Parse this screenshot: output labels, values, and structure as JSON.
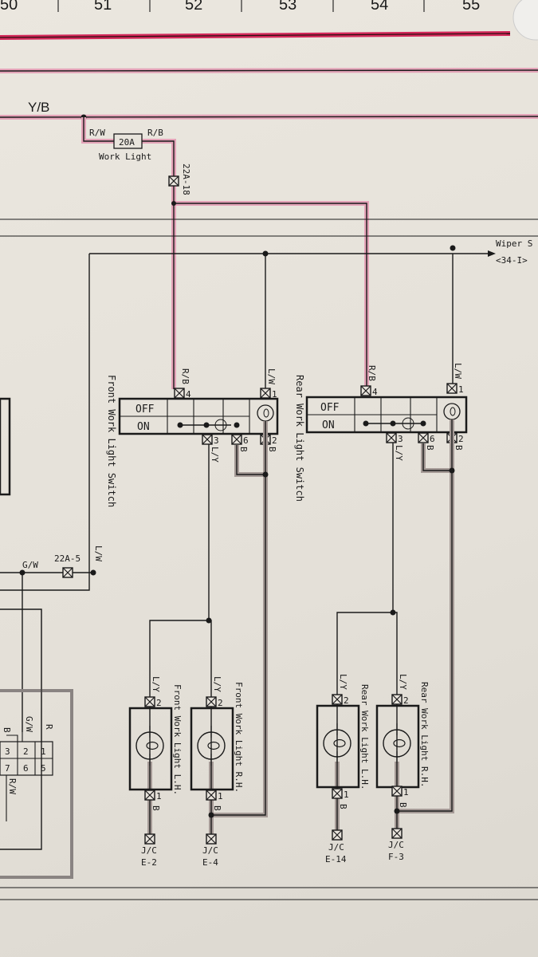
{
  "page_columns": [
    "50",
    "51",
    "52",
    "53",
    "54",
    "55"
  ],
  "power_wire": "Y/B",
  "fuse": {
    "rating": "20A",
    "name": "Work Light",
    "in_wire": "R/W",
    "out_wire": "R/B",
    "connector": "22A-18"
  },
  "wiper": {
    "label": "Wiper S",
    "ref": "<34-I>"
  },
  "left": {
    "wire_gw": "G/W",
    "connector": "22A-5",
    "wire_lw": "L/W",
    "connector_pins": [
      "3",
      "2",
      "1",
      "7",
      "6",
      "5"
    ],
    "pin_wires": [
      "B",
      "G/W",
      "R",
      "R/W"
    ]
  },
  "switches": [
    {
      "name": "Front Work Light Switch",
      "off": "OFF",
      "on": "ON",
      "pins": {
        "p4": "4",
        "p1": "1",
        "p3": "3",
        "p6": "6",
        "p2": "2"
      },
      "wires": {
        "p4": "R/B",
        "p1": "L/W",
        "p3": "L/Y",
        "p6": "B",
        "p2": "B"
      }
    },
    {
      "name": "Rear Work Light Switch",
      "off": "OFF",
      "on": "ON",
      "pins": {
        "p4": "4",
        "p1": "1",
        "p3": "3",
        "p6": "6",
        "p2": "2"
      },
      "wires": {
        "p4": "R/B",
        "p1": "L/W",
        "p3": "L/Y",
        "p6": "B",
        "p2": "B"
      }
    }
  ],
  "lamps": [
    {
      "name": "Front Work Light L.H.",
      "in_wire": "L/Y",
      "in_pin": "2",
      "out_pin": "1",
      "out_wire": "B",
      "ground": "J/C",
      "ground_ref": "E-2"
    },
    {
      "name": "Front Work Light R.H.",
      "in_wire": "L/Y",
      "in_pin": "2",
      "out_pin": "1",
      "out_wire": "B",
      "ground": "J/C",
      "ground_ref": "E-4"
    },
    {
      "name": "Rear Work Light L.H.",
      "in_wire": "L/Y",
      "in_pin": "2",
      "out_pin": "1",
      "out_wire": "B",
      "ground": "J/C",
      "ground_ref": "E-14"
    },
    {
      "name": "Rear Work Light R.H.",
      "in_wire": "L/Y",
      "in_pin": "2",
      "out_pin": "1",
      "out_wire": "B",
      "ground": "J/C",
      "ground_ref": "F-3"
    }
  ]
}
